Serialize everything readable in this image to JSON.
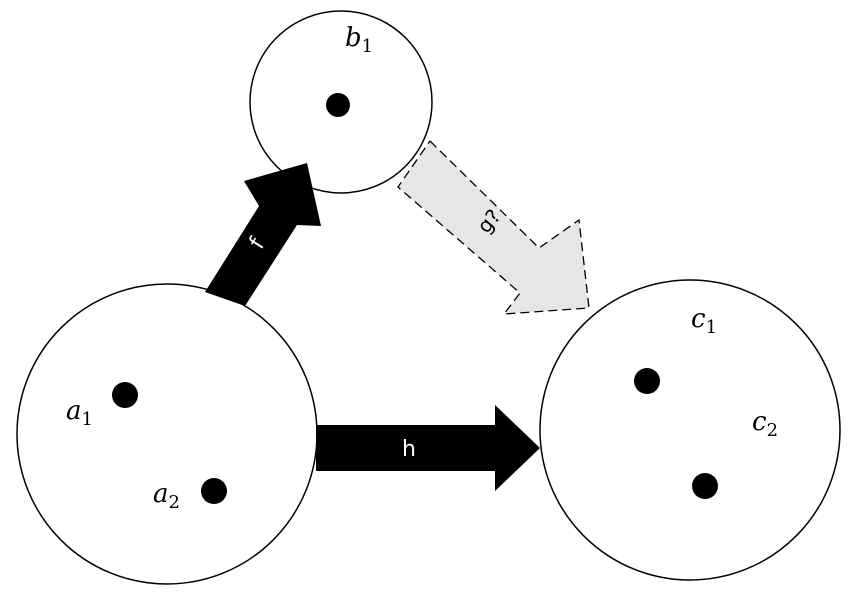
{
  "diagram": {
    "sets": {
      "a": {
        "elements": [
          {
            "base": "a",
            "sub": "1"
          },
          {
            "base": "a",
            "sub": "2"
          }
        ]
      },
      "b": {
        "elements": [
          {
            "base": "b",
            "sub": "1"
          }
        ]
      },
      "c": {
        "elements": [
          {
            "base": "c",
            "sub": "1"
          },
          {
            "base": "c",
            "sub": "2"
          }
        ]
      }
    },
    "arrows": {
      "f": {
        "label": "f",
        "from": "a",
        "to": "b",
        "style": "solid",
        "color": "#000000"
      },
      "h": {
        "label": "h",
        "from": "a",
        "to": "c",
        "style": "solid",
        "color": "#000000"
      },
      "g": {
        "label": "g?",
        "from": "b",
        "to": "c",
        "style": "dashed",
        "color": "#e6e6e6"
      }
    }
  }
}
